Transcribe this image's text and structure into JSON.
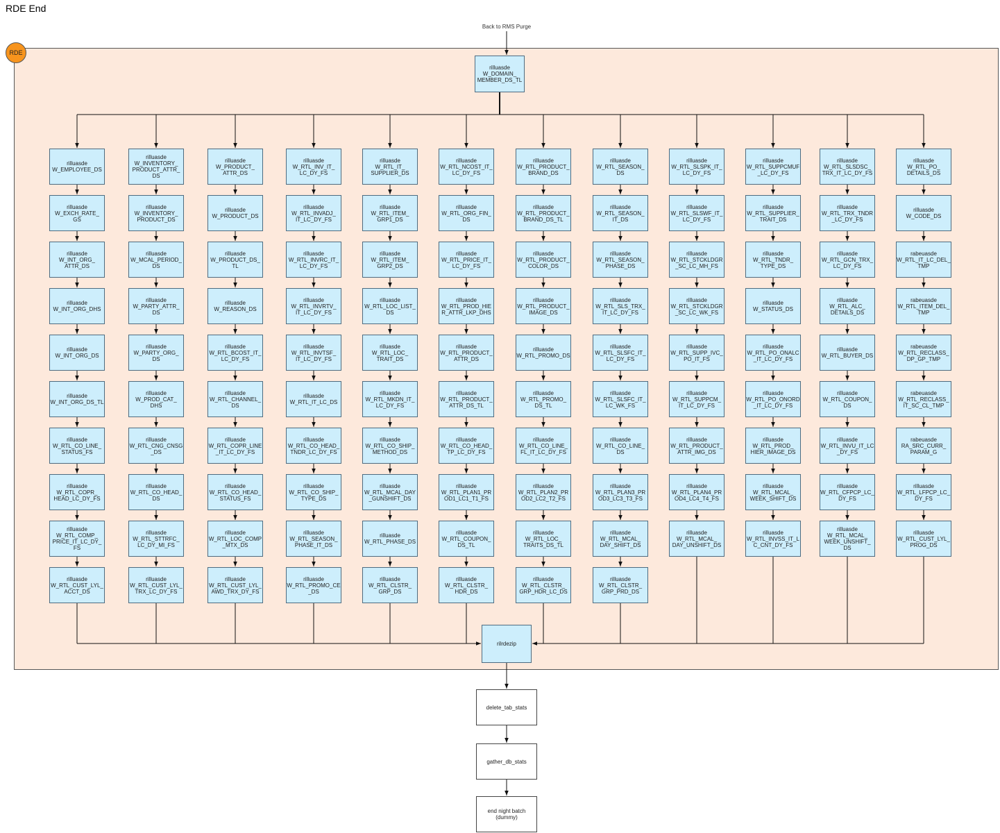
{
  "title": "RDE End",
  "region_label": "RDE",
  "entry_label": "Back to RMS Purge",
  "top_node": [
    "rilluasde",
    "W_DOMAIN_",
    "MEMBER_DS_TL"
  ],
  "join_node": [
    "rilrdezip"
  ],
  "tail_nodes": [
    [
      "delete_tab_stats"
    ],
    [
      "gather_db_stats"
    ],
    [
      "end night batch",
      "(dummy)"
    ]
  ],
  "columns": [
    [
      [
        "rilluasde",
        "W_EMPLOYEE_DS"
      ],
      [
        "rilluasde",
        "W_EXCH_RATE_",
        "GS"
      ],
      [
        "rilluasde",
        "W_INT_ORG_",
        "ATTR_DS"
      ],
      [
        "rilluasde",
        "W_INT_ORG_DHS"
      ],
      [
        "rilluasde",
        "W_INT_ORG_DS"
      ],
      [
        "rilluasde",
        "W_INT_ORG_DS_TL"
      ],
      [
        "rilluasde",
        "W_RTL_CO_LINE_",
        "STATUS_FS"
      ],
      [
        "rilluasde",
        "W_RTL_COPR_",
        "HEAD_LC_DY_FS"
      ],
      [
        "rilluasde",
        "W_RTL_COMP_",
        "PRICE_IT_LC_DY_",
        "FS"
      ],
      [
        "rilluasde",
        "W_RTL_CUST_LYL_",
        "ACCT_DS"
      ]
    ],
    [
      [
        "rilluasde",
        "W_INVENTORY_",
        "PRODUCT_ATTR_",
        "DS"
      ],
      [
        "rilluasde",
        "W_INVENTORY_",
        "PRODUCT_DS"
      ],
      [
        "rilluasde",
        "W_MCAL_PERIOD_",
        "DS"
      ],
      [
        "rilluasde",
        "W_PARTY_ATTR_",
        "DS"
      ],
      [
        "rilluasde",
        "W_PARTY_ORG_",
        "DS"
      ],
      [
        "rilluasde",
        "W_PROD_CAT_",
        "DHS"
      ],
      [
        "rilluasde",
        "W_RTL_CNG_CNSG",
        "_DS"
      ],
      [
        "rilluasde",
        "W_RTL_CO_HEAD_",
        "DS"
      ],
      [
        "rilluasde",
        "W_RTL_STTRFC_",
        "LC_DY_MI_FS"
      ],
      [
        "rilluasde",
        "W_RTL_CUST_LYL_",
        "TRX_LC_DY_FS"
      ]
    ],
    [
      [
        "rilluasde",
        "W_PRODUCT_",
        "ATTR_DS"
      ],
      [
        "rilluasde",
        "W_PRODUCT_DS"
      ],
      [
        "rilluasde",
        "W_PRODUCT_DS_",
        "TL"
      ],
      [
        "rilluasde",
        "W_REASON_DS"
      ],
      [
        "rilluasde",
        "W_RTL_BCOST_IT_",
        "LC_DY_FS"
      ],
      [
        "rilluasde",
        "W_RTL_CHANNEL_",
        "DS"
      ],
      [
        "rilluasde",
        "W_RTL_COPR_LINE",
        "_IT_LC_DY_FS"
      ],
      [
        "rilluasde",
        "W_RTL_CO_HEAD_",
        "STATUS_FS"
      ],
      [
        "rilluasde",
        "W_RTL_LOC_COMP",
        "_MTX_DS"
      ],
      [
        "rilluasde",
        "W_RTL_CUST_LYL_",
        "AWD_TRX_DY_FS"
      ]
    ],
    [
      [
        "rilluasde",
        "W_RTL_INV_IT_",
        "LC_DY_FS"
      ],
      [
        "rilluasde",
        "W_RTL_INVADJ_",
        "IT_LC_DY_FS"
      ],
      [
        "rilluasde",
        "W_RTL_INVRC_IT_",
        "LC_DY_FS"
      ],
      [
        "rilluasde",
        "W_RTL_INVRTV_",
        "IT_LC_DY_FS"
      ],
      [
        "rilluasde",
        "W_RTL_INVTSF_",
        "IT_LC_DY_FS"
      ],
      [
        "rilluasde",
        "W_RTL_IT_LC_DS"
      ],
      [
        "rilluasde",
        "W_RTL_CO_HEAD_",
        "TNDR_LC_DY_FS"
      ],
      [
        "rilluasde",
        "W_RTL_CO_SHIP_",
        "TYPE_DS"
      ],
      [
        "rilluasde",
        "W_RTL_SEASON_",
        "PHASE_IT_DS"
      ],
      [
        "rilluasde",
        "W_RTL_PROMO_CE",
        "_DS"
      ]
    ],
    [
      [
        "rilluasde",
        "W_RTL_IT_",
        "SUPPLIER_DS"
      ],
      [
        "rilluasde",
        "W_RTL_ITEM_",
        "GRP1_DS"
      ],
      [
        "rilluasde",
        "W_RTL_ITEM_",
        "GRP2_DS"
      ],
      [
        "rilluasde",
        "W_RTL_LOC_LIST_",
        "DS"
      ],
      [
        "rilluasde",
        "W_RTL_LOC_",
        "TRAIT_DS"
      ],
      [
        "rilluasde",
        "W_RTL_MKDN_IT_",
        "LC_DY_FS"
      ],
      [
        "rilluasde",
        "W_RTL_CO_SHIP_",
        "METHOD_DS"
      ],
      [
        "rilluasde",
        "W_RTL_MCAL_DAY",
        "_GUNSHIFT_DS"
      ],
      [
        "rilluasde",
        "W_RTL_PHASE_DS"
      ],
      [
        "rilluasde",
        "W_RTL_CLSTR_",
        "GRP_DS"
      ]
    ],
    [
      [
        "rilluasde",
        "W_RTL_NCOST_IT_",
        "LC_DY_FS"
      ],
      [
        "rilluasde",
        "W_RTL_ORG_FIN_",
        "DS"
      ],
      [
        "rilluasde",
        "W_RTL_PRICE_IT_",
        "LC_DY_FS"
      ],
      [
        "rilluasde",
        "W_RTL_PROD_HIE",
        "R_ATTR_LKP_DHS"
      ],
      [
        "rilluasde",
        "W_RTL_PRODUCT_",
        "ATTR_DS"
      ],
      [
        "rilluasde",
        "W_RTL_PRODUCT_",
        "ATTR_DS_TL"
      ],
      [
        "rilluasde",
        "W_RTL_CO_HEAD_",
        "TP_LC_DY_FS"
      ],
      [
        "rilluasde",
        "W_RTL_PLAN1_PR",
        "OD1_LC1_T1_FS"
      ],
      [
        "rilluasde",
        "W_RTL_COUPON_",
        "DS_TL"
      ],
      [
        "rilluasde",
        "W_RTL_CLSTR_",
        "HDR_DS"
      ]
    ],
    [
      [
        "rilluasde",
        "W_RTL_PRODUCT_",
        "BRAND_DS"
      ],
      [
        "rilluasde",
        "W_RTL_PRODUCT_",
        "BRAND_DS_TL"
      ],
      [
        "rilluasde",
        "W_RTL_PRODUCT_",
        "COLOR_DS"
      ],
      [
        "rilluasde",
        "W_RTL_PRODUCT_",
        "IMAGE_DS"
      ],
      [
        "rilluasde",
        "W_RTL_PROMO_DS"
      ],
      [
        "rilluasde",
        "W_RTL_PROMO_",
        "DS_TL"
      ],
      [
        "rilluasde",
        "W_RTL_CO_LINE_",
        "FL_IT_LC_DY_FS"
      ],
      [
        "rilluasde",
        "W_RTL_PLAN2_PR",
        "OD2_LC2_T2_FS"
      ],
      [
        "rilluasde",
        "W_RTL_LOC_",
        "TRAITS_DS_TL"
      ],
      [
        "rilluasde",
        "W_RTL_CLSTR_",
        "GRP_HDR_LC_DS"
      ]
    ],
    [
      [
        "rilluasde",
        "W_RTL_SEASON_",
        "DS"
      ],
      [
        "rilluasde",
        "W_RTL_SEASON_",
        "IT_DS"
      ],
      [
        "rilluasde",
        "W_RTL_SEASON_",
        "PHASE_DS"
      ],
      [
        "rilluasde",
        "W_RTL_SLS_TRX_",
        "IT_LC_DY_FS"
      ],
      [
        "rilluasde",
        "W_RTL_SLSFC_IT_",
        "LC_DY_FS"
      ],
      [
        "rilluasde",
        "W_RTL_SLSFC_IT_",
        "LC_WK_FS"
      ],
      [
        "rilluasde",
        "W_RTL_CO_LINE_",
        "DS"
      ],
      [
        "rilluasde",
        "W_RTL_PLAN3_PR",
        "OD3_LC3_T3_FS"
      ],
      [
        "rilluasde",
        "W_RTL_MCAL_",
        "DAY_SHIFT_DS"
      ],
      [
        "rilluasde",
        "W_RTL_CLSTR_",
        "GRP_PRD_DS"
      ]
    ],
    [
      [
        "rilluasde",
        "W_RTL_SLSPK_IT_",
        "LC_DY_FS"
      ],
      [
        "rilluasde",
        "W_RTL_SLSWF_IT_",
        "LC_DY_FS"
      ],
      [
        "rilluasde",
        "W_RTL_STCKLDGR",
        "_SC_LC_MH_FS"
      ],
      [
        "rilluasde",
        "W_RTL_STCKLDGR",
        "_SC_LC_WK_FS"
      ],
      [
        "rilluasde",
        "W_RTL_SUPP_IVC_",
        "PO_IT_FS"
      ],
      [
        "rilluasde",
        "W_RTL_SUPPCM_",
        "IT_LC_DY_FS"
      ],
      [
        "rilluasde",
        "W_RTL_PRODUCT_",
        "ATTR_IMG_DS"
      ],
      [
        "rilluasde",
        "W_RTL_PLAN4_PR",
        "OD4_LC4_T4_FS"
      ],
      [
        "rilluasde",
        "W_RTL_MCAL_",
        "DAY_UNSHIFT_DS"
      ]
    ],
    [
      [
        "rilluasde",
        "W_RTL_SUPPCMUF",
        "_LC_DY_FS"
      ],
      [
        "rilluasde",
        "W_RTL_SUPPLIER_",
        "TRAIT_DS"
      ],
      [
        "rilluasde",
        "W_RTL_TNDR_",
        "TYPE_DS"
      ],
      [
        "rilluasde",
        "W_STATUS_DS"
      ],
      [
        "rilluasde",
        "W_RTL_PO_ONALC",
        "_IT_LC_DY_FS"
      ],
      [
        "rilluasde",
        "W_RTL_PO_ONORD",
        "_IT_LC_DY_FS"
      ],
      [
        "rilluasde",
        "W_RTL_PROD_",
        "HIER_IMAGE_DS"
      ],
      [
        "rilluasde",
        "W_RTL_MCAL_",
        "WEEK_SHIFT_DS"
      ],
      [
        "rilluasde",
        "W_RTL_INVSS_IT_L",
        "C_CNT_DY_FS"
      ]
    ],
    [
      [
        "rilluasde",
        "W_RTL_SLSDSC_",
        "TRX_IT_LC_DY_FS"
      ],
      [
        "rilluasde",
        "W_RTL_TRX_TNDR",
        "_LC_DY_FS"
      ],
      [
        "rilluasde",
        "W_RTL_GCN_TRX_",
        "LC_DY_FS"
      ],
      [
        "rilluasde",
        "W_RTL_ALC_",
        "DETAILS_DS"
      ],
      [
        "rilluasde",
        "W_RTL_BUYER_DS"
      ],
      [
        "rilluasde",
        "W_RTL_COUPON_",
        "DS"
      ],
      [
        "rilluasde",
        "W_RTL_INVU_IT_LC",
        "_DY_FS"
      ],
      [
        "rilluasde",
        "W_RTL_CFPCP_LC_",
        "DY_FS"
      ],
      [
        "rilluasde",
        "W_RTL_MCAL_",
        "WEEK_UNSHIFT_",
        "DS"
      ]
    ],
    [
      [
        "rilluasde",
        "W_RTL_PO_",
        "DETAILS_DS"
      ],
      [
        "rilluasde",
        "W_CODE_DS"
      ],
      [
        "rabeuasde",
        "W_RTL_IT_LC_DEL_",
        "TMP"
      ],
      [
        "rabeuasde",
        "W_RTL_ITEM_DEL_",
        "TMP"
      ],
      [
        "rabeuasde",
        "W_RTL_RECLASS_",
        "DP_GP_TMP"
      ],
      [
        "rabeuasde",
        "W_RTL_RECLASS_",
        "IT_SC_CL_TMP"
      ],
      [
        "rabeuasde",
        "RA_SRC_CURR_",
        "PARAM_G"
      ],
      [
        "rilluasde",
        "W_RTL_LFPCP_LC_",
        "DY_FS"
      ],
      [
        "rilluasde",
        "W_RTL_CUST_LYL_",
        "PROG_DS"
      ]
    ]
  ]
}
